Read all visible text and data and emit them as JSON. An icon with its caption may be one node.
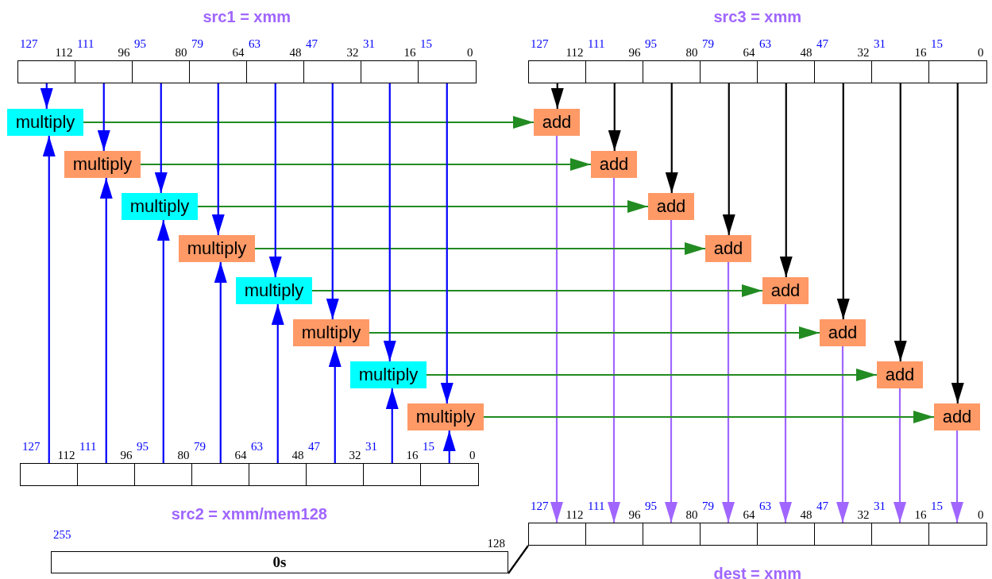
{
  "diagram": {
    "nodes": [
      {
        "text": [
          "src1 = xmm"
        ]
      },
      {
        "text": [],
        "shape": "box",
        "in": 0,
        "beside": [
          "127",
          "112"
        ]
      },
      {
        "text": [],
        "shape": "box",
        "in": 0,
        "beside": [
          "111",
          "96"
        ]
      },
      {
        "text": [],
        "shape": "box",
        "in": 0,
        "beside": [
          "95",
          "80"
        ]
      },
      {
        "text": [],
        "shape": "box",
        "in": 0,
        "beside": [
          "79",
          "64"
        ]
      },
      {
        "text": [],
        "shape": "box",
        "in": 0,
        "beside": [
          "63",
          "48"
        ]
      },
      {
        "text": [],
        "shape": "box",
        "in": 0,
        "beside": [
          "47",
          "32"
        ]
      },
      {
        "text": [],
        "shape": "box",
        "in": 0,
        "beside": [
          "31",
          "16"
        ]
      },
      {
        "text": [],
        "shape": "box",
        "in": 0,
        "beside": [
          "15",
          "0"
        ]
      },
      {
        "text": [
          "src3 = xmm"
        ]
      },
      {
        "text": [],
        "shape": "box",
        "in": 9,
        "beside": [
          "127",
          "112"
        ]
      },
      {
        "text": [],
        "shape": "box",
        "in": 9,
        "beside": [
          "111",
          "96"
        ]
      },
      {
        "text": [],
        "shape": "box",
        "in": 9,
        "beside": [
          "95",
          "80"
        ]
      },
      {
        "text": [],
        "shape": "box",
        "in": 9,
        "beside": [
          "79",
          "64"
        ]
      },
      {
        "text": [],
        "shape": "box",
        "in": 9,
        "beside": [
          "63",
          "48"
        ]
      },
      {
        "text": [],
        "shape": "box",
        "in": 9,
        "beside": [
          "47",
          "32"
        ]
      },
      {
        "text": [],
        "shape": "box",
        "in": 9,
        "beside": [
          "31",
          "16"
        ]
      },
      {
        "text": [],
        "shape": "box",
        "in": 9,
        "beside": [
          "15",
          "0"
        ]
      },
      {
        "text": [
          "multiply"
        ]
      },
      {
        "text": [
          "add"
        ]
      },
      {
        "text": [
          "multiply"
        ]
      },
      {
        "text": [
          "add"
        ]
      },
      {
        "text": [
          "multiply"
        ]
      },
      {
        "text": [
          "add"
        ]
      },
      {
        "text": [
          "multiply"
        ]
      },
      {
        "text": [
          "add"
        ]
      },
      {
        "text": [
          "multiply"
        ]
      },
      {
        "text": [
          "add"
        ]
      },
      {
        "text": [
          "multiply"
        ]
      },
      {
        "text": [
          "add"
        ]
      },
      {
        "text": [
          "multiply"
        ]
      },
      {
        "text": [
          "add"
        ]
      },
      {
        "text": [
          "multiply"
        ]
      },
      {
        "text": [
          "add"
        ]
      },
      {
        "text": [
          "src2 = xmm/mem128"
        ]
      },
      {
        "text": [],
        "shape": "box",
        "in": 34,
        "beside": [
          "127",
          "112"
        ]
      },
      {
        "text": [],
        "shape": "box",
        "in": 34,
        "beside": [
          "111",
          "96"
        ]
      },
      {
        "text": [],
        "shape": "box",
        "in": 34,
        "beside": [
          "95",
          "80"
        ]
      },
      {
        "text": [],
        "shape": "box",
        "in": 34,
        "beside": [
          "79",
          "64"
        ]
      },
      {
        "text": [],
        "shape": "box",
        "in": 34,
        "beside": [
          "63",
          "48"
        ]
      },
      {
        "text": [],
        "shape": "box",
        "in": 34,
        "beside": [
          "47",
          "32"
        ]
      },
      {
        "text": [],
        "shape": "box",
        "in": 34,
        "beside": [
          "31",
          "16"
        ]
      },
      {
        "text": [],
        "shape": "box",
        "in": 34,
        "beside": [
          "15",
          "0"
        ]
      },
      {
        "text": [
          "0s"
        ],
        "beside": [
          "255",
          "128"
        ]
      },
      {
        "text": [
          "dest = xmm"
        ]
      },
      {
        "text": [],
        "shape": "box",
        "in": 44,
        "beside": [
          "127",
          "112"
        ]
      },
      {
        "text": [],
        "shape": "box",
        "in": 44,
        "beside": [
          "111",
          "96"
        ]
      },
      {
        "text": [],
        "shape": "box",
        "in": 44,
        "beside": [
          "95",
          "80"
        ]
      },
      {
        "text": [],
        "shape": "box",
        "in": 44,
        "beside": [
          "79",
          "64"
        ]
      },
      {
        "text": [],
        "shape": "box",
        "in": 44,
        "beside": [
          "63",
          "48"
        ]
      },
      {
        "text": [],
        "shape": "box",
        "in": 44,
        "beside": [
          "47",
          "32"
        ]
      },
      {
        "text": [],
        "shape": "box",
        "in": 44,
        "beside": [
          "31",
          "16"
        ]
      },
      {
        "text": [],
        "shape": "box",
        "in": 44,
        "beside": [
          "15",
          "0"
        ]
      }
    ],
    "edges": [
      {
        "from": 1,
        "to": 18,
        "arrow": "to"
      },
      {
        "from": 35,
        "to": 18,
        "arrow": "to"
      },
      {
        "from": 18,
        "to": 19,
        "arrow": "to",
        "color": "#228b22"
      },
      {
        "from": 10,
        "to": 19,
        "arrow": "to",
        "color": "#000000"
      },
      {
        "from": 19,
        "to": 45,
        "arrow": "to",
        "color": "#a066ff"
      },
      {
        "from": 2,
        "to": 20,
        "arrow": "to"
      },
      {
        "from": 36,
        "to": 20,
        "arrow": "to"
      },
      {
        "from": 20,
        "to": 21,
        "arrow": "to",
        "color": "#228b22"
      },
      {
        "from": 11,
        "to": 21,
        "arrow": "to",
        "color": "#000000"
      },
      {
        "from": 21,
        "to": 46,
        "arrow": "to",
        "color": "#a066ff"
      },
      {
        "from": 3,
        "to": 22,
        "arrow": "to"
      },
      {
        "from": 37,
        "to": 22,
        "arrow": "to"
      },
      {
        "from": 22,
        "to": 23,
        "arrow": "to",
        "color": "#228b22"
      },
      {
        "from": 12,
        "to": 23,
        "arrow": "to",
        "color": "#000000"
      },
      {
        "from": 23,
        "to": 47,
        "arrow": "to",
        "color": "#a066ff"
      },
      {
        "from": 4,
        "to": 24,
        "arrow": "to"
      },
      {
        "from": 38,
        "to": 24,
        "arrow": "to"
      },
      {
        "from": 24,
        "to": 25,
        "arrow": "to",
        "color": "#228b22"
      },
      {
        "from": 13,
        "to": 25,
        "arrow": "to",
        "color": "#000000"
      },
      {
        "from": 25,
        "to": 48,
        "arrow": "to",
        "color": "#a066ff"
      },
      {
        "from": 5,
        "to": 26,
        "arrow": "to"
      },
      {
        "from": 39,
        "to": 26,
        "arrow": "to"
      },
      {
        "from": 26,
        "to": 27,
        "arrow": "to",
        "color": "#228b22"
      },
      {
        "from": 14,
        "to": 27,
        "arrow": "to",
        "color": "#000000"
      },
      {
        "from": 27,
        "to": 49,
        "arrow": "to",
        "color": "#a066ff"
      },
      {
        "from": 6,
        "to": 28,
        "arrow": "to"
      },
      {
        "from": 40,
        "to": 28,
        "arrow": "to"
      },
      {
        "from": 28,
        "to": 29,
        "arrow": "to",
        "color": "#228b22"
      },
      {
        "from": 15,
        "to": 29,
        "arrow": "to",
        "color": "#000000"
      },
      {
        "from": 29,
        "to": 50,
        "arrow": "to",
        "color": "#a066ff"
      },
      {
        "from": 7,
        "to": 30,
        "arrow": "to"
      },
      {
        "from": 41,
        "to": 30,
        "arrow": "to"
      },
      {
        "from": 30,
        "to": 31,
        "arrow": "to",
        "color": "#228b22"
      },
      {
        "from": 16,
        "to": 31,
        "arrow": "to",
        "color": "#000000"
      },
      {
        "from": 31,
        "to": 51,
        "arrow": "to",
        "color": "#a066ff"
      },
      {
        "from": 8,
        "to": 32,
        "arrow": "to"
      },
      {
        "from": 42,
        "to": 32,
        "arrow": "to"
      },
      {
        "from": 32,
        "to": 33,
        "arrow": "to",
        "color": "#228b22"
      },
      {
        "from": 17,
        "to": 33,
        "arrow": "to",
        "color": "#000000"
      },
      {
        "from": 33,
        "to": 52,
        "arrow": "to",
        "color": "#a066ff"
      },
      {
        "from": 43,
        "to": 44,
        "arrow": "none",
        "color": "#000000"
      }
    ]
  }
}
